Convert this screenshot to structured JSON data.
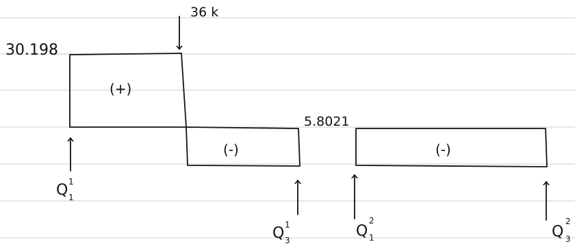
{
  "paper": {
    "line_color": "#d7d7d7",
    "ink_color": "#111111"
  },
  "labels": {
    "value_left": "30.198",
    "point_load": "36 k",
    "value_mid": "5.8021",
    "region_plus": "(+)",
    "region_minus_1": "(-)",
    "region_minus_2": "(-)"
  },
  "reactions": [
    {
      "base": "Q",
      "sup": "1",
      "sub": "1"
    },
    {
      "base": "Q",
      "sup": "1",
      "sub": "3"
    },
    {
      "base": "Q",
      "sup": "2",
      "sub": "1"
    },
    {
      "base": "Q",
      "sup": "2",
      "sub": "3"
    }
  ]
}
